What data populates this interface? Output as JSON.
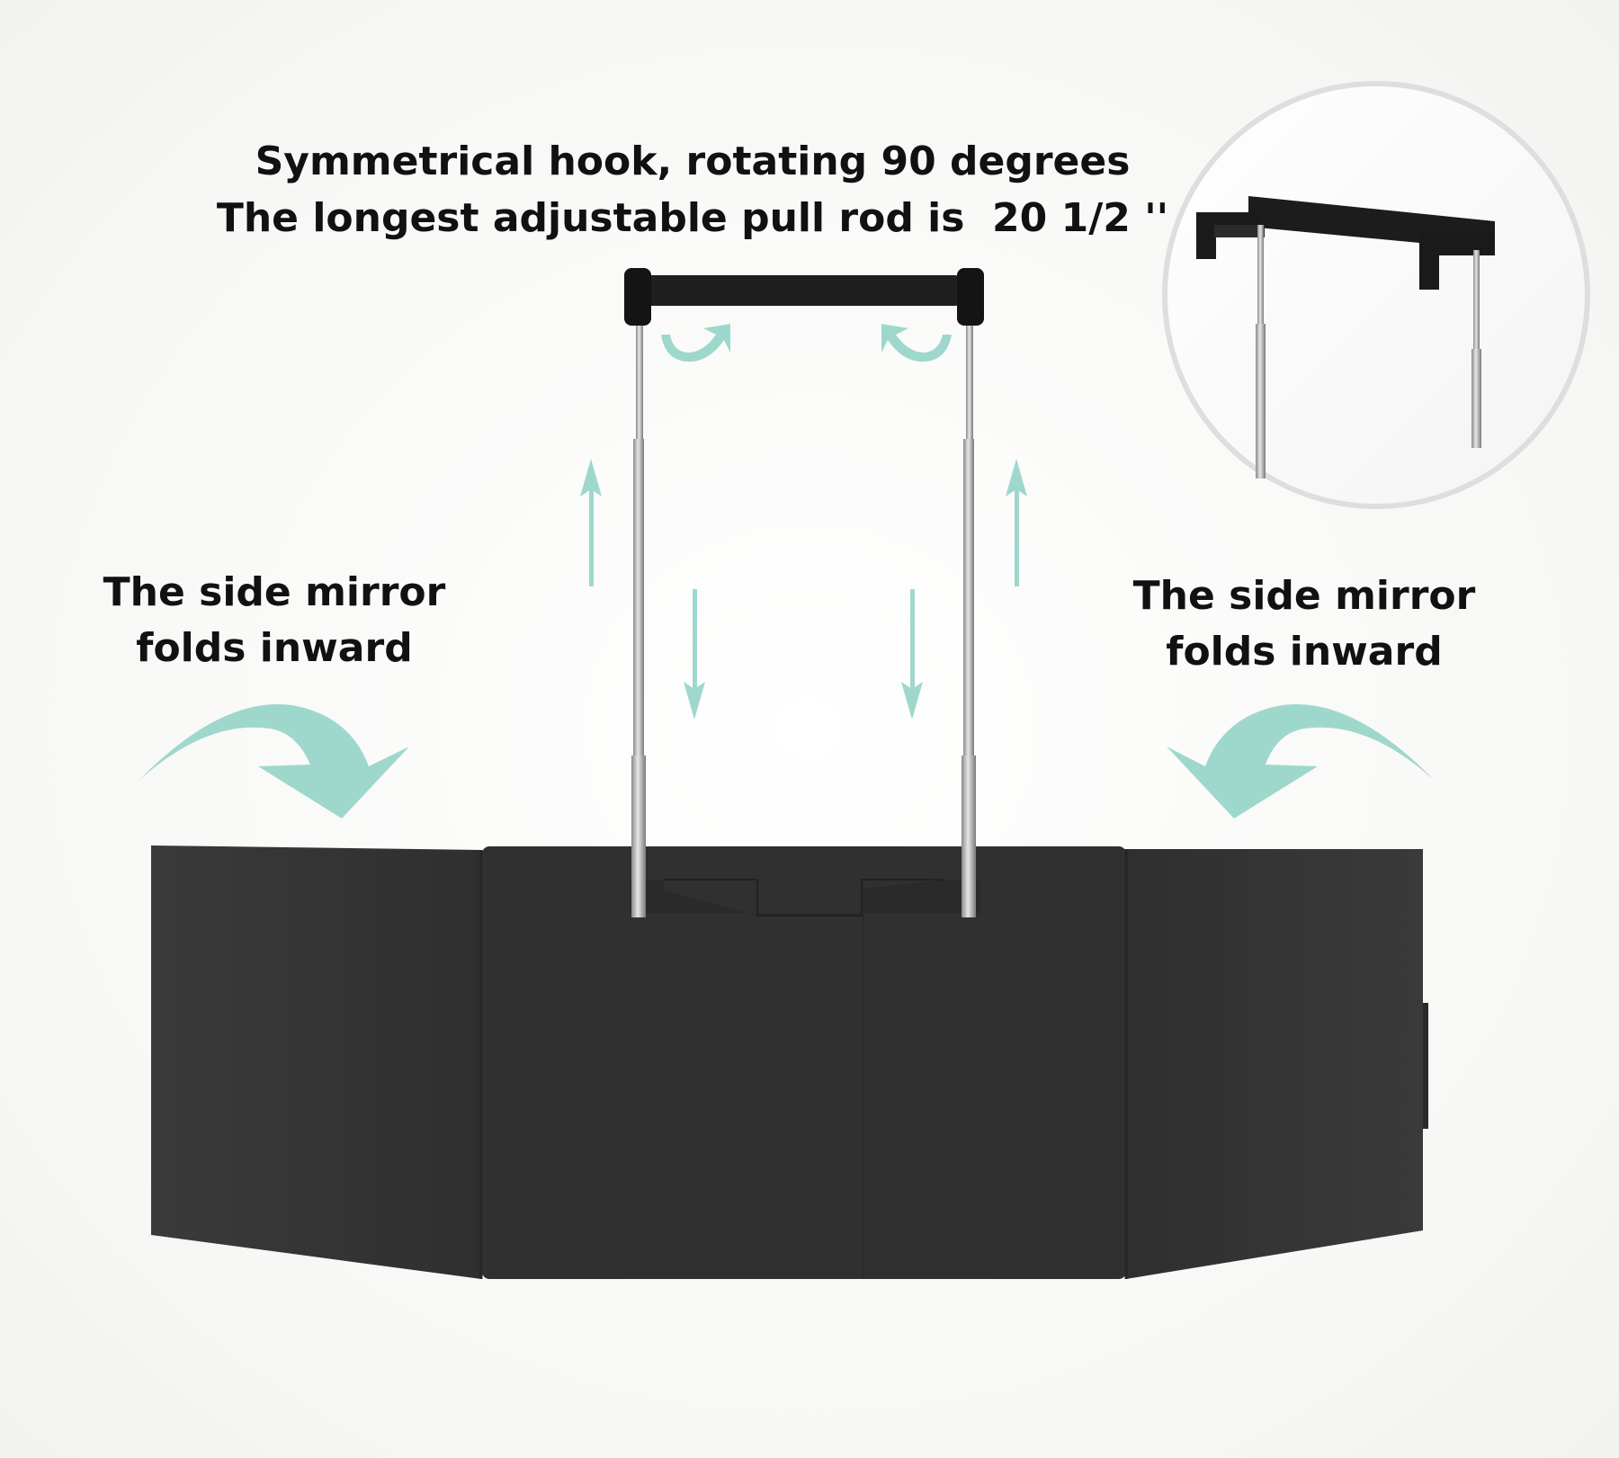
{
  "headline": {
    "line1": "Symmetrical hook, rotating 90 degrees",
    "line2": "The longest adjustable pull rod is  20 1/2 ''"
  },
  "labels": {
    "left": {
      "line1": "The side mirror",
      "line2": "folds inward"
    },
    "right": {
      "line1": "The side mirror",
      "line2": "folds inward"
    }
  },
  "colors": {
    "panel": "#333333",
    "arrow": "#9ed8cc",
    "rod": "#b5b5b5",
    "handle": "#1f1f1f",
    "text": "#111111"
  },
  "icons": {
    "fold_arrow_left": "curved-arrow-right-down",
    "fold_arrow_right": "curved-arrow-left-down",
    "rotate_arrow_left": "curved-arrow",
    "rotate_arrow_right": "curved-arrow",
    "extend_arrow": "arrow-up",
    "retract_arrow": "arrow-down",
    "inset_view": "hook-detail"
  }
}
